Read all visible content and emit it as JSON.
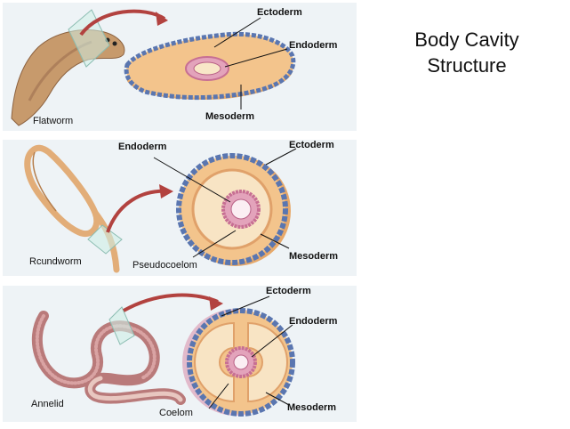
{
  "title": {
    "line1": "Body Cavity",
    "line2": "Structure"
  },
  "panels": [
    {
      "organism": "Flatworm",
      "labels": {
        "ectoderm": "Ectoderm",
        "endoderm": "Endoderm",
        "mesoderm": "Mesoderm"
      }
    },
    {
      "organism": "Rcundworm",
      "labels": {
        "endoderm": "Endoderm",
        "ectoderm": "Ectoderm",
        "mesoderm": "Mesoderm",
        "cavity": "Pseudocoelom"
      }
    },
    {
      "organism": "Annelid",
      "labels": {
        "ectoderm": "Ectoderm",
        "endoderm": "Endoderm",
        "mesoderm": "Mesoderm",
        "cavity": "Coelom"
      }
    }
  ],
  "colors": {
    "panel_bg": "#eef3f6",
    "ectoderm": "#5a76b0",
    "mesoderm": "#f3c48c",
    "endoderm": "#d98aa8",
    "arrow": "#b2423f",
    "worm_flat": "#c79a6c",
    "worm_round": "#e2ad78",
    "worm_annelid": "#b97a7a"
  }
}
